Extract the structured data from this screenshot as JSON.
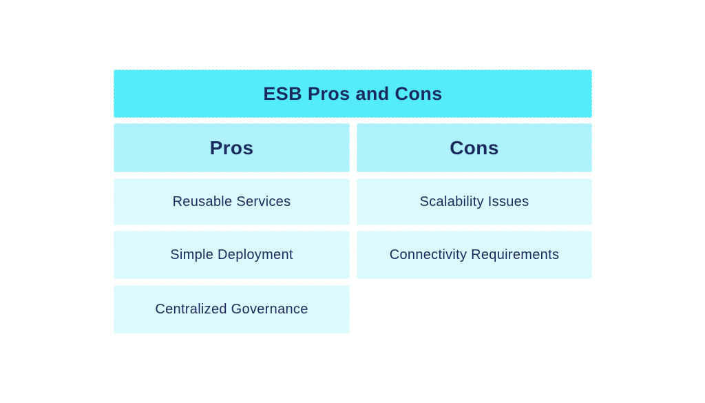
{
  "diagram": {
    "title": "ESB Pros and Cons",
    "columns": [
      {
        "header": "Pros",
        "items": [
          "Reusable Services",
          "Simple Deployment",
          "Centralized Governance"
        ]
      },
      {
        "header": "Cons",
        "items": [
          "Scalability Issues",
          "Connectivity Requirements"
        ]
      }
    ],
    "colors": {
      "title_bg": "#54ecfb",
      "header_bg": "#aef1fa",
      "cell_bg": "#dbfafd",
      "text": "#1b2a5e",
      "page_bg": "#ffffff"
    }
  }
}
